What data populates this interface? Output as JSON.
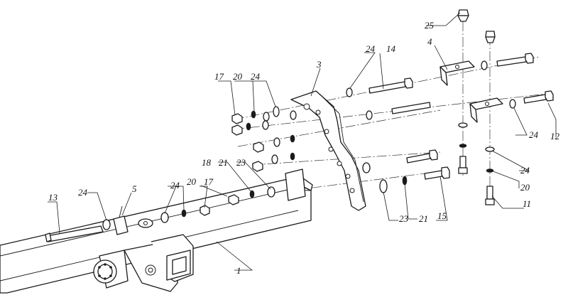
{
  "diagram": {
    "callouts": {
      "c1": "1",
      "c3": "3",
      "c4": "4",
      "c5": "5",
      "c11": "11",
      "c12": "12",
      "c13": "13",
      "c14": "14",
      "c15": "15",
      "c17a": "17",
      "c17b": "17",
      "c18": "18",
      "c20a": "20",
      "c20b": "20",
      "c20c": "20",
      "c21a": "21",
      "c21b": "21",
      "c23a": "23",
      "c23b": "23",
      "c24a": "24",
      "c24b": "24",
      "c24c": "24",
      "c24d": "24",
      "c24e": "24",
      "c24f": "24",
      "c25": "25"
    }
  }
}
